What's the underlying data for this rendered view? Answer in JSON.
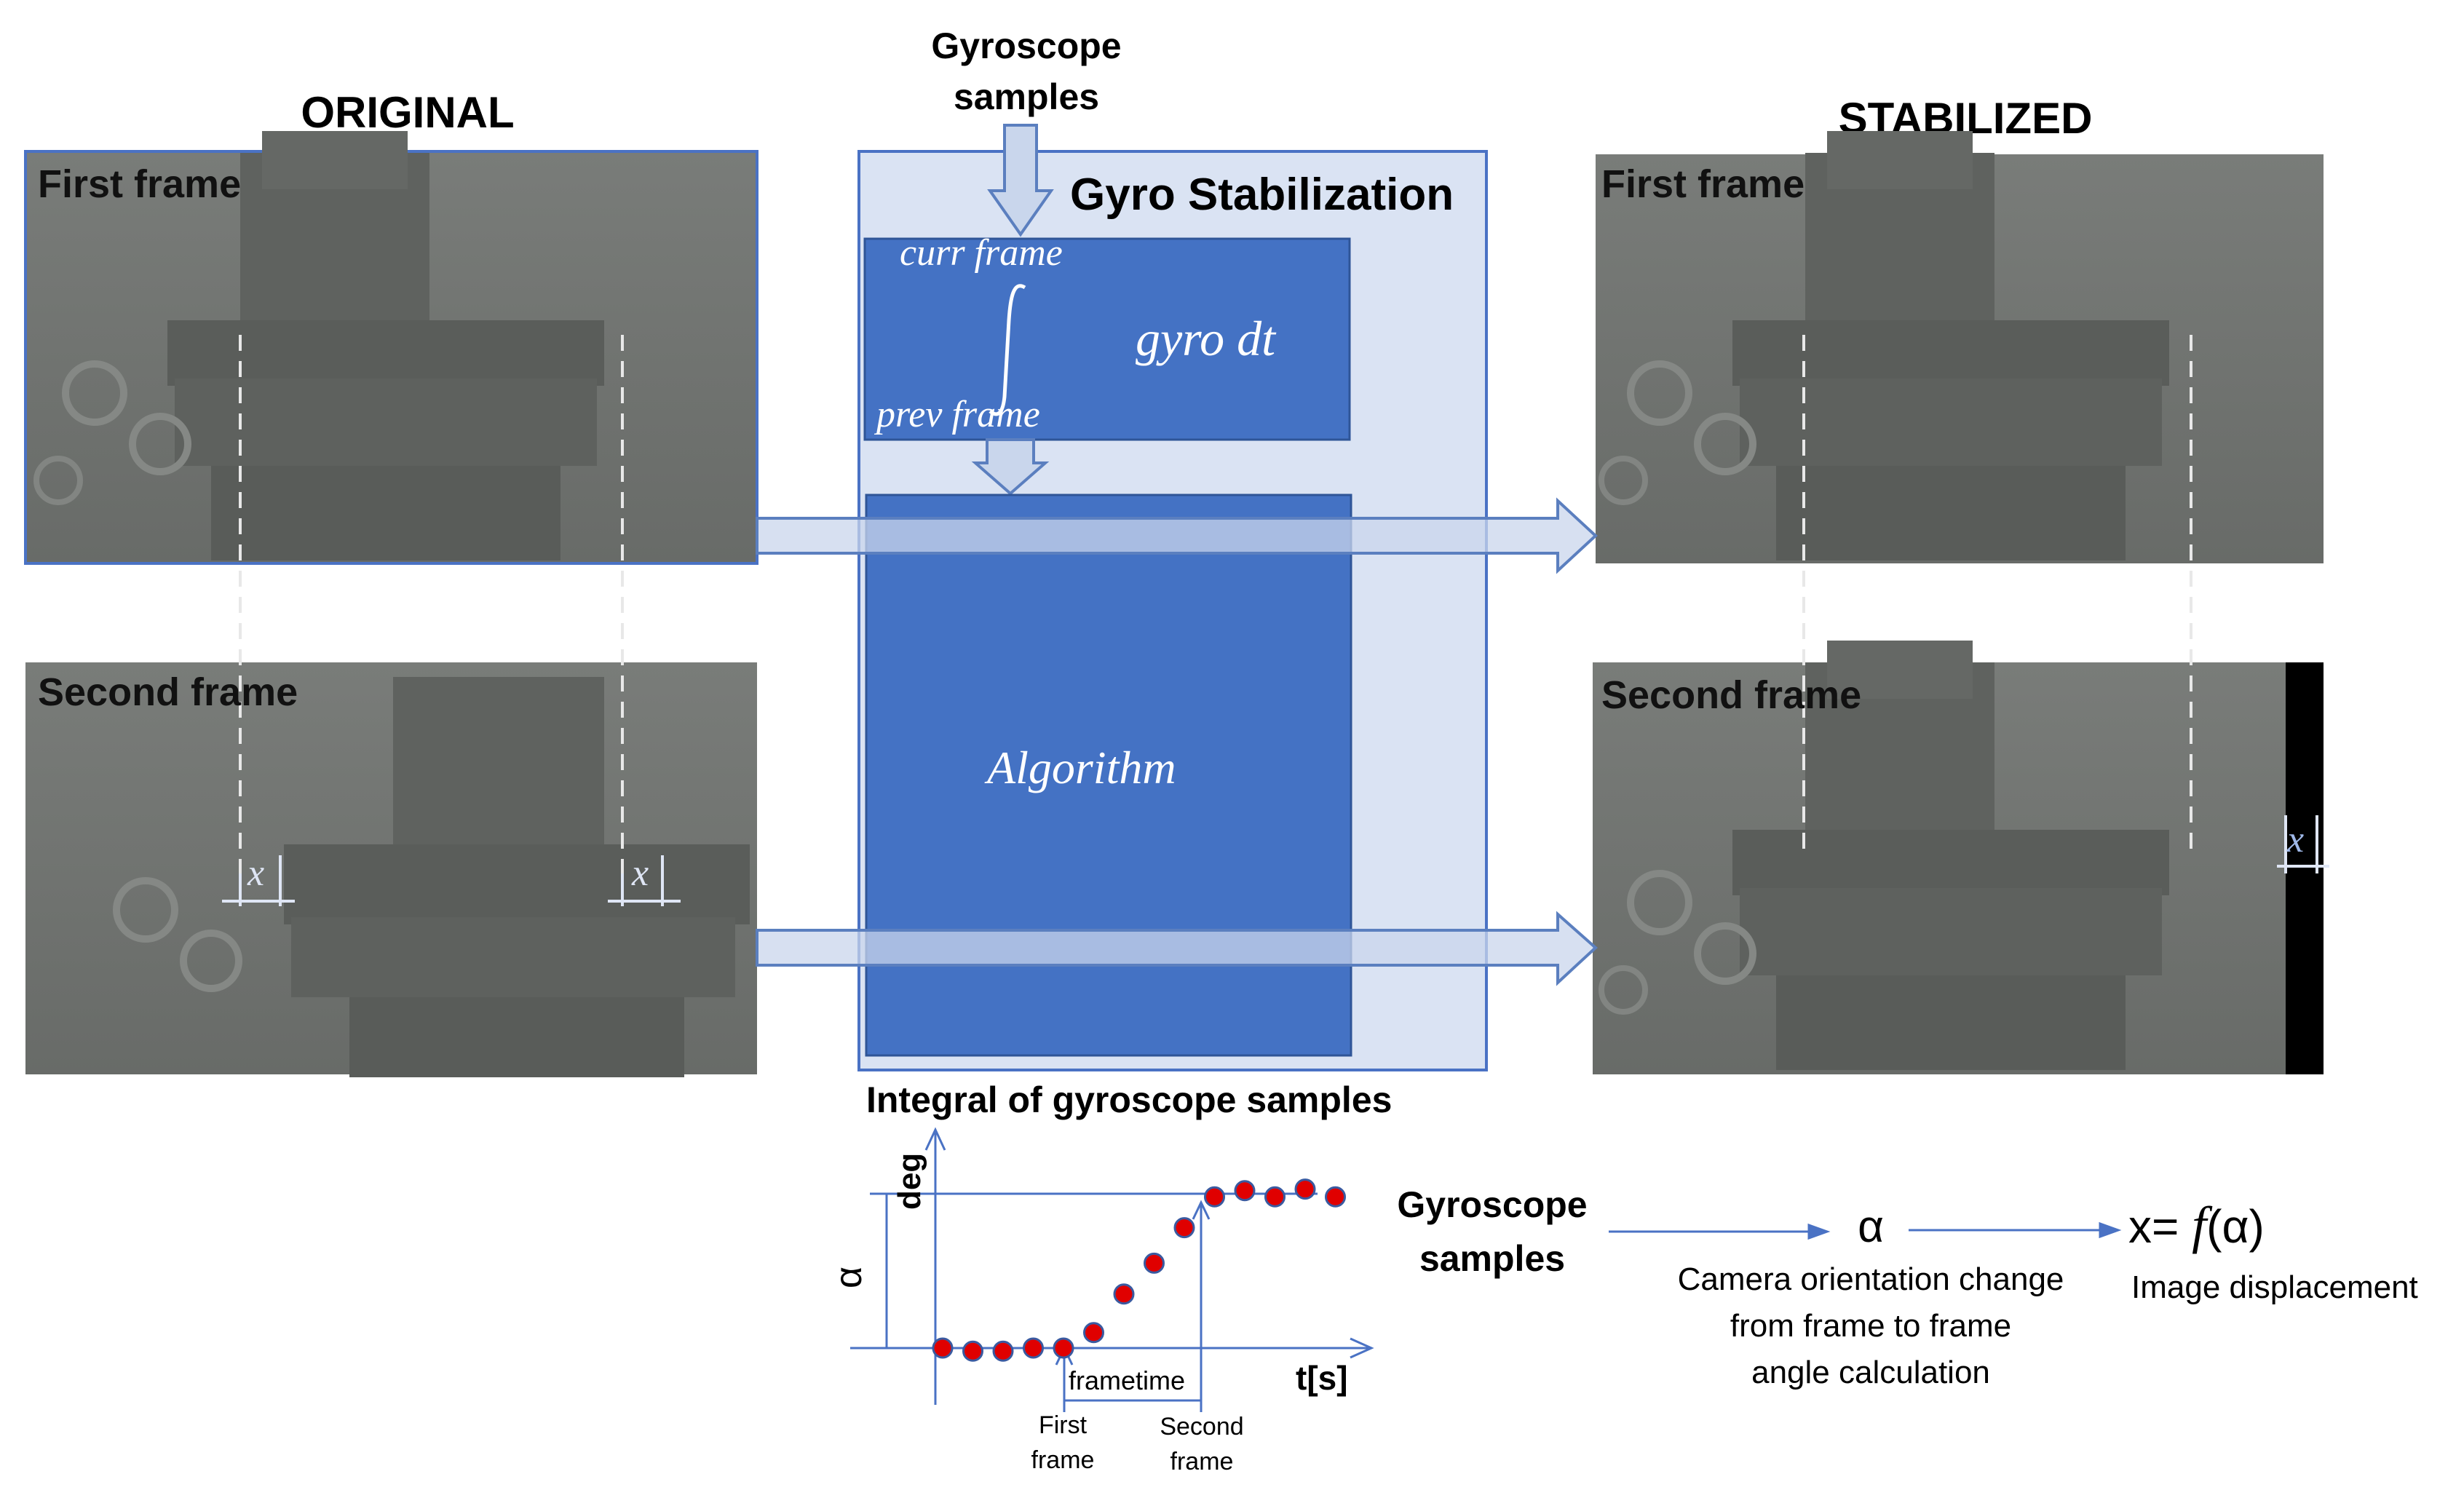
{
  "headings": {
    "original": "ORIGINAL",
    "stabilized": "STABILIZED"
  },
  "frames": {
    "first": "First frame",
    "second": "Second frame"
  },
  "displacement_symbol": "x",
  "gyro_input": "Gyroscope\nsamples",
  "gyro_box": {
    "title": "Gyro Stabilization",
    "integral_upper": "curr frame",
    "integral_lower": "prev frame",
    "integrand": "gyro dt",
    "algorithm": "Algorithm"
  },
  "graph": {
    "title": "Integral of gyroscope samples",
    "ylabel": "deg",
    "alpha": "α",
    "xlabel": "t[s]",
    "frametime": "frametime",
    "first_tick": "First\nframe",
    "second_tick": "Second\nframe"
  },
  "chart_data": {
    "type": "scatter",
    "title": "Integral of gyroscope samples",
    "xlabel": "t[s]",
    "ylabel": "deg",
    "series": [
      {
        "values": [
          0.0,
          -0.02,
          -0.02,
          0.0,
          0.0,
          0.1,
          0.35,
          0.55,
          0.78,
          0.98,
          1.02,
          0.98,
          1.03,
          0.98
        ]
      }
    ]
  },
  "pipeline": {
    "input": "Gyroscope\nsamples",
    "alpha": "α",
    "alpha_caption": "Camera orientation change\nfrom frame to frame\nangle calculation",
    "formula_prefix": "x= ",
    "formula_func": "f",
    "formula_arg": "(α)",
    "formula_caption": "Image displacement"
  },
  "colors": {
    "algorithm_blue": "#4472c4",
    "panel_fill": "#dae3f3",
    "arrow_fill": "#c9d6ec",
    "arrow_stroke": "#5b7fbf",
    "photo_bg": "#6e716e",
    "dot_red": "#e00000"
  }
}
